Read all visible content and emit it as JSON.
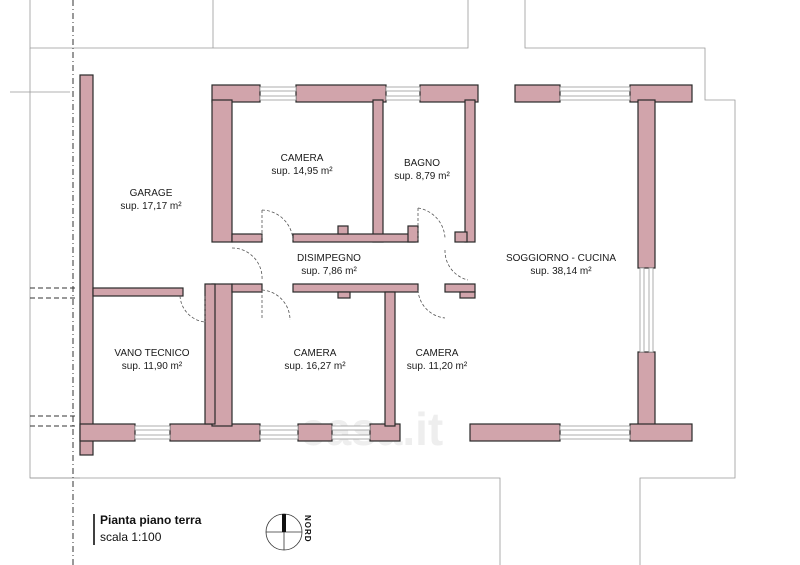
{
  "rooms": [
    {
      "id": "garage",
      "name": "GARAGE",
      "area": "sup. 17,17 m²"
    },
    {
      "id": "camera-1",
      "name": "CAMERA",
      "area": "sup. 14,95 m²"
    },
    {
      "id": "bagno",
      "name": "BAGNO",
      "area": "sup. 8,79 m²"
    },
    {
      "id": "disimpegno",
      "name": "DISIMPEGNO",
      "area": "sup. 7,86 m²"
    },
    {
      "id": "soggiorno",
      "name": "SOGGIORNO - CUCINA",
      "area": "sup. 38,14 m²"
    },
    {
      "id": "vano-tecnico",
      "name": "VANO TECNICO",
      "area": "sup. 11,90 m²"
    },
    {
      "id": "camera-2",
      "name": "CAMERA",
      "area": "sup. 16,27 m²"
    },
    {
      "id": "camera-3",
      "name": "CAMERA",
      "area": "sup. 11,20 m²"
    }
  ],
  "title_block": {
    "title": "Pianta piano terra",
    "scale": "scala 1:100"
  },
  "compass": {
    "label": "NORD"
  },
  "watermark": {
    "text": "casa.it"
  },
  "colors": {
    "wall_fill": "#d1a4ab",
    "wall_stroke": "#2a2a2a"
  }
}
